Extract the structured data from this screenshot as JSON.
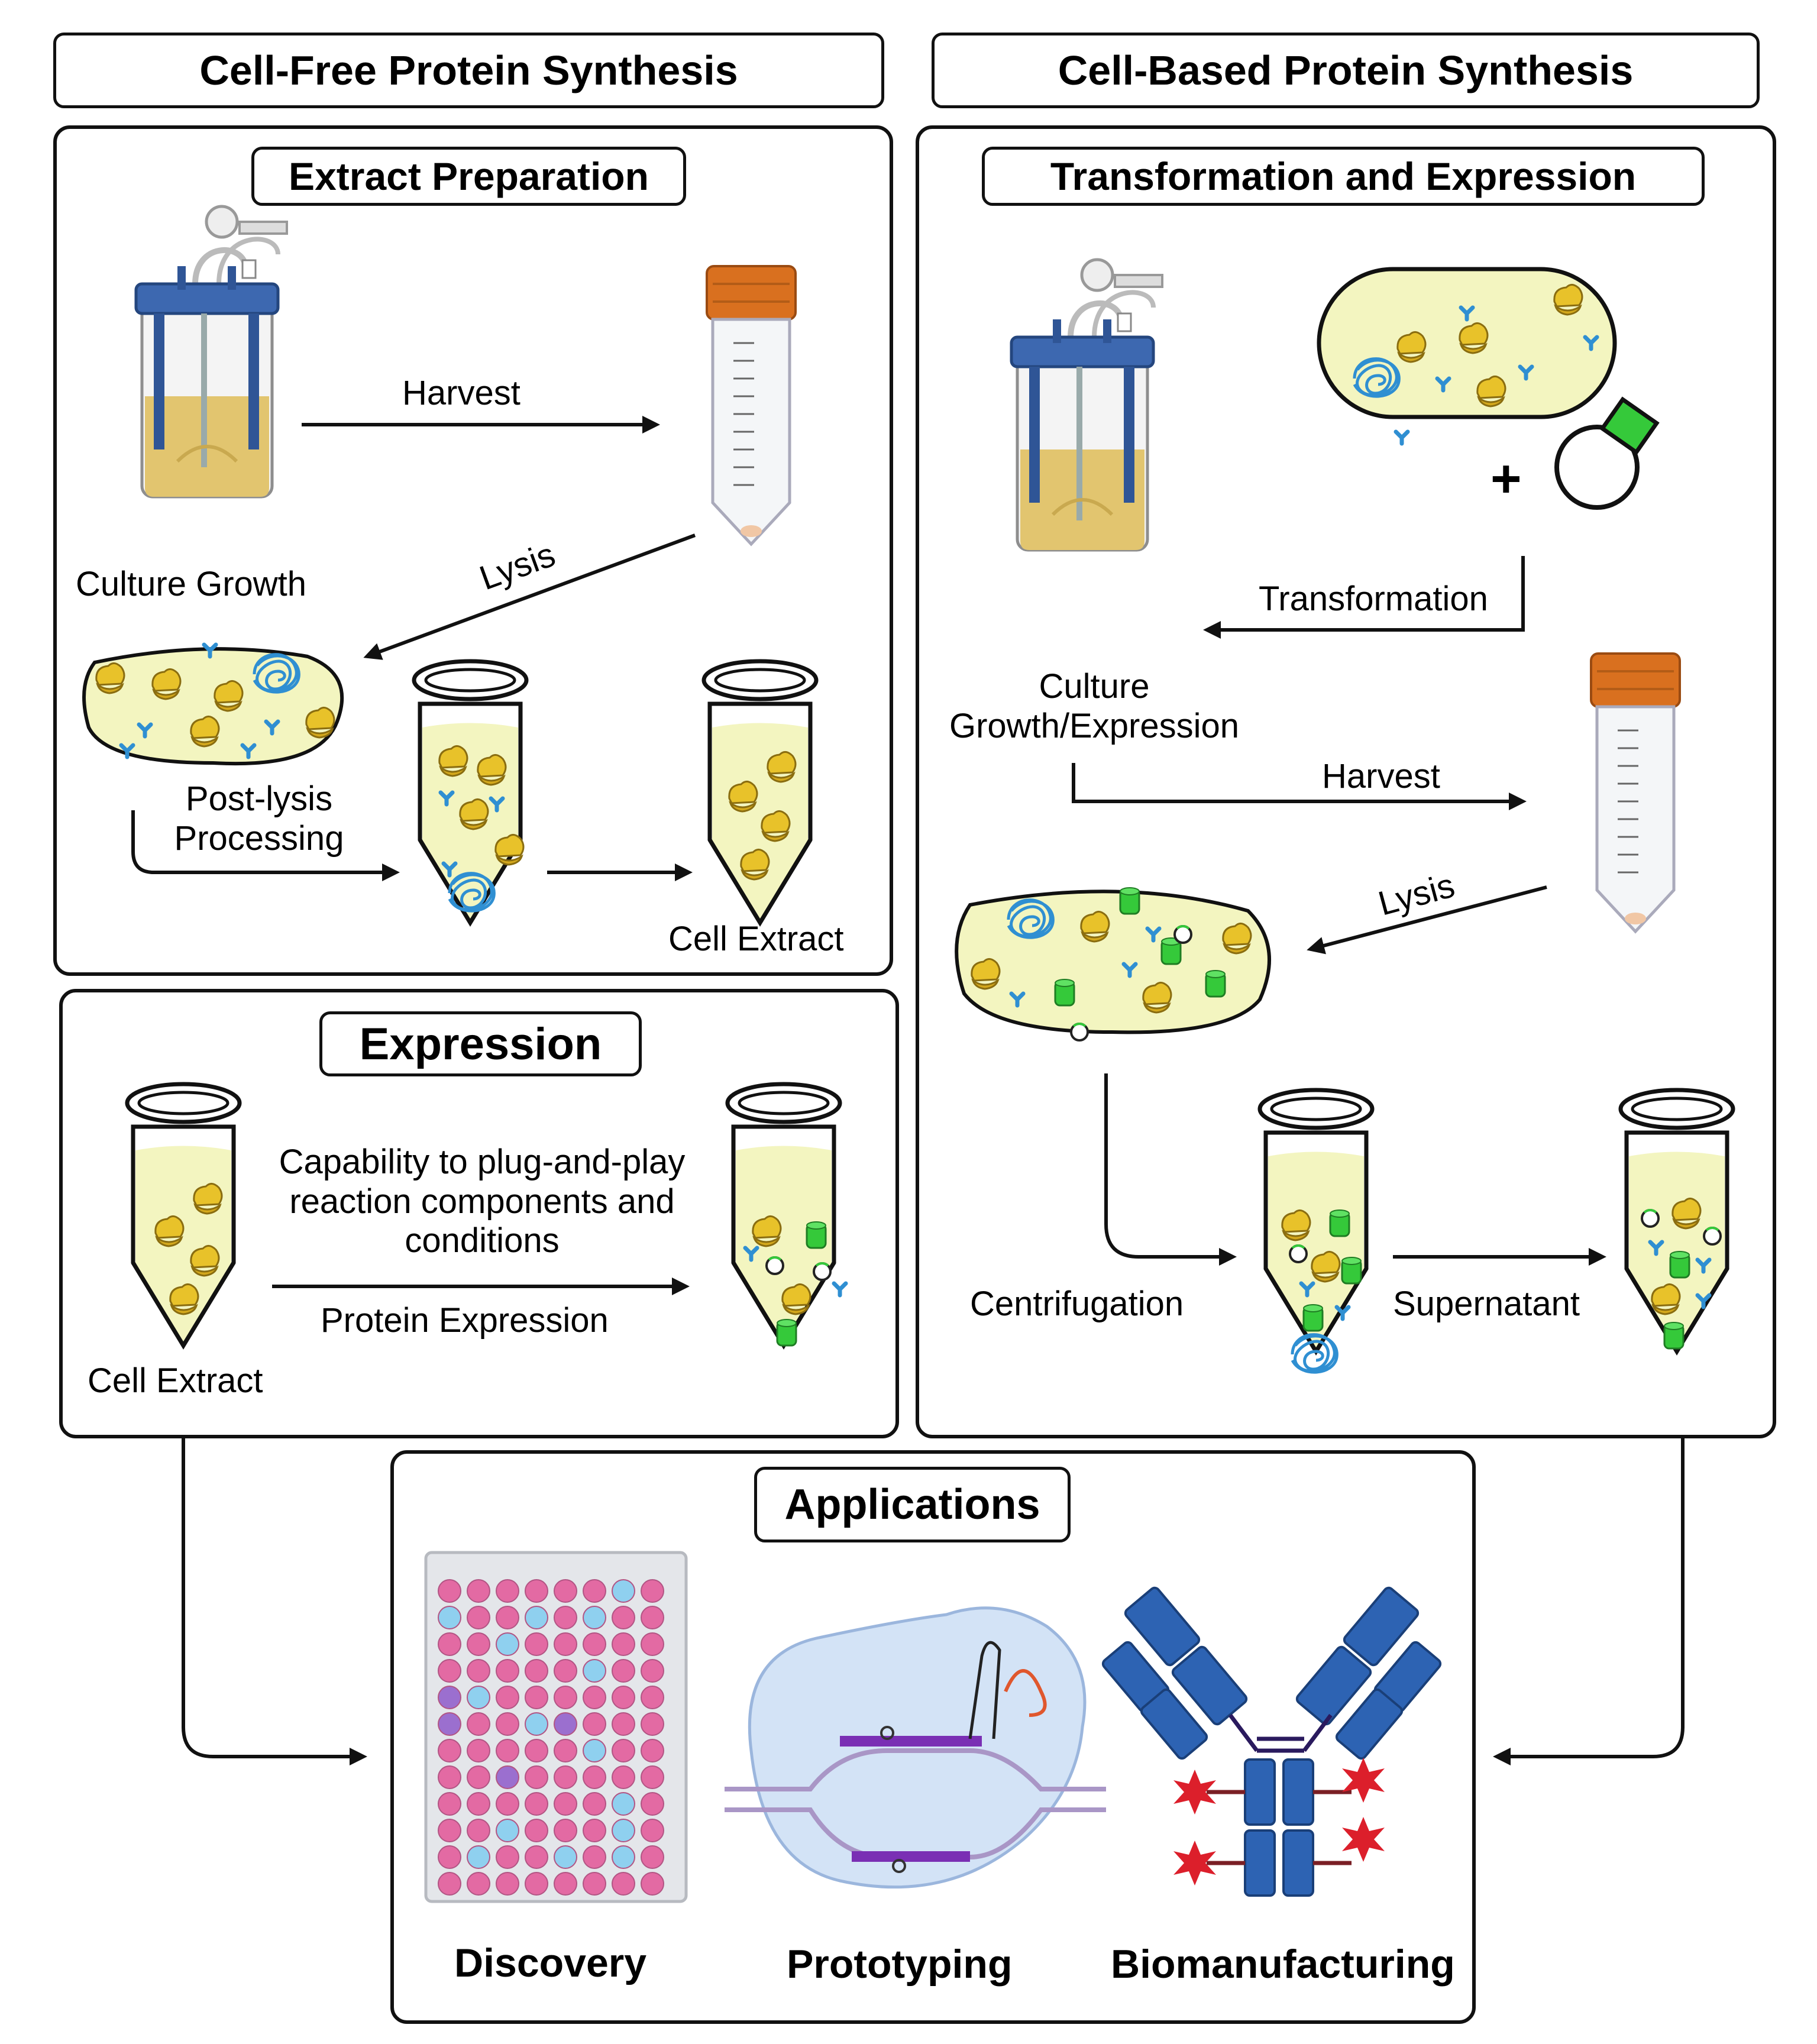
{
  "headers": {
    "cell_free": "Cell-Free Protein Synthesis",
    "cell_based": "Cell-Based Protein Synthesis"
  },
  "extract_prep": {
    "title": "Extract Preparation",
    "culture_growth": "Culture Growth",
    "harvest": "Harvest",
    "lysis": "Lysis",
    "post_lysis_line1": "Post-lysis",
    "post_lysis_line2": "Processing",
    "cell_extract": "Cell Extract"
  },
  "expression": {
    "title": "Expression",
    "capability_line1": "Capability to plug-and-play",
    "capability_line2": "reaction  components and",
    "capability_line3": "conditions",
    "protein_expression": "Protein Expression",
    "cell_extract": "Cell Extract"
  },
  "transformation": {
    "title": "Transformation and Expression",
    "plus": "+",
    "transformation": "Transformation",
    "culture_line1": "Culture",
    "culture_line2": "Growth/Expression",
    "harvest": "Harvest",
    "lysis": "Lysis",
    "centrifugation": "Centrifugation",
    "supernatant": "Supernatant"
  },
  "applications": {
    "title": "Applications",
    "discovery": "Discovery",
    "prototyping": "Prototyping",
    "biomanufacturing": "Biomanufacturing"
  },
  "colors": {
    "liquid": "#f3f5c0",
    "culture": "#e2c56f",
    "reactor_blue": "#3d68b0",
    "cap_orange": "#d9701f",
    "ribosome": "#e8c22a",
    "dna": "#2f8fd2",
    "gfp": "#35c93a",
    "well_pink": "#e36aa3",
    "well_blue": "#8fd0ef",
    "well_purple": "#9b6fcf",
    "star_red": "#dc1f2b",
    "antibody_blue": "#2d63b3"
  }
}
